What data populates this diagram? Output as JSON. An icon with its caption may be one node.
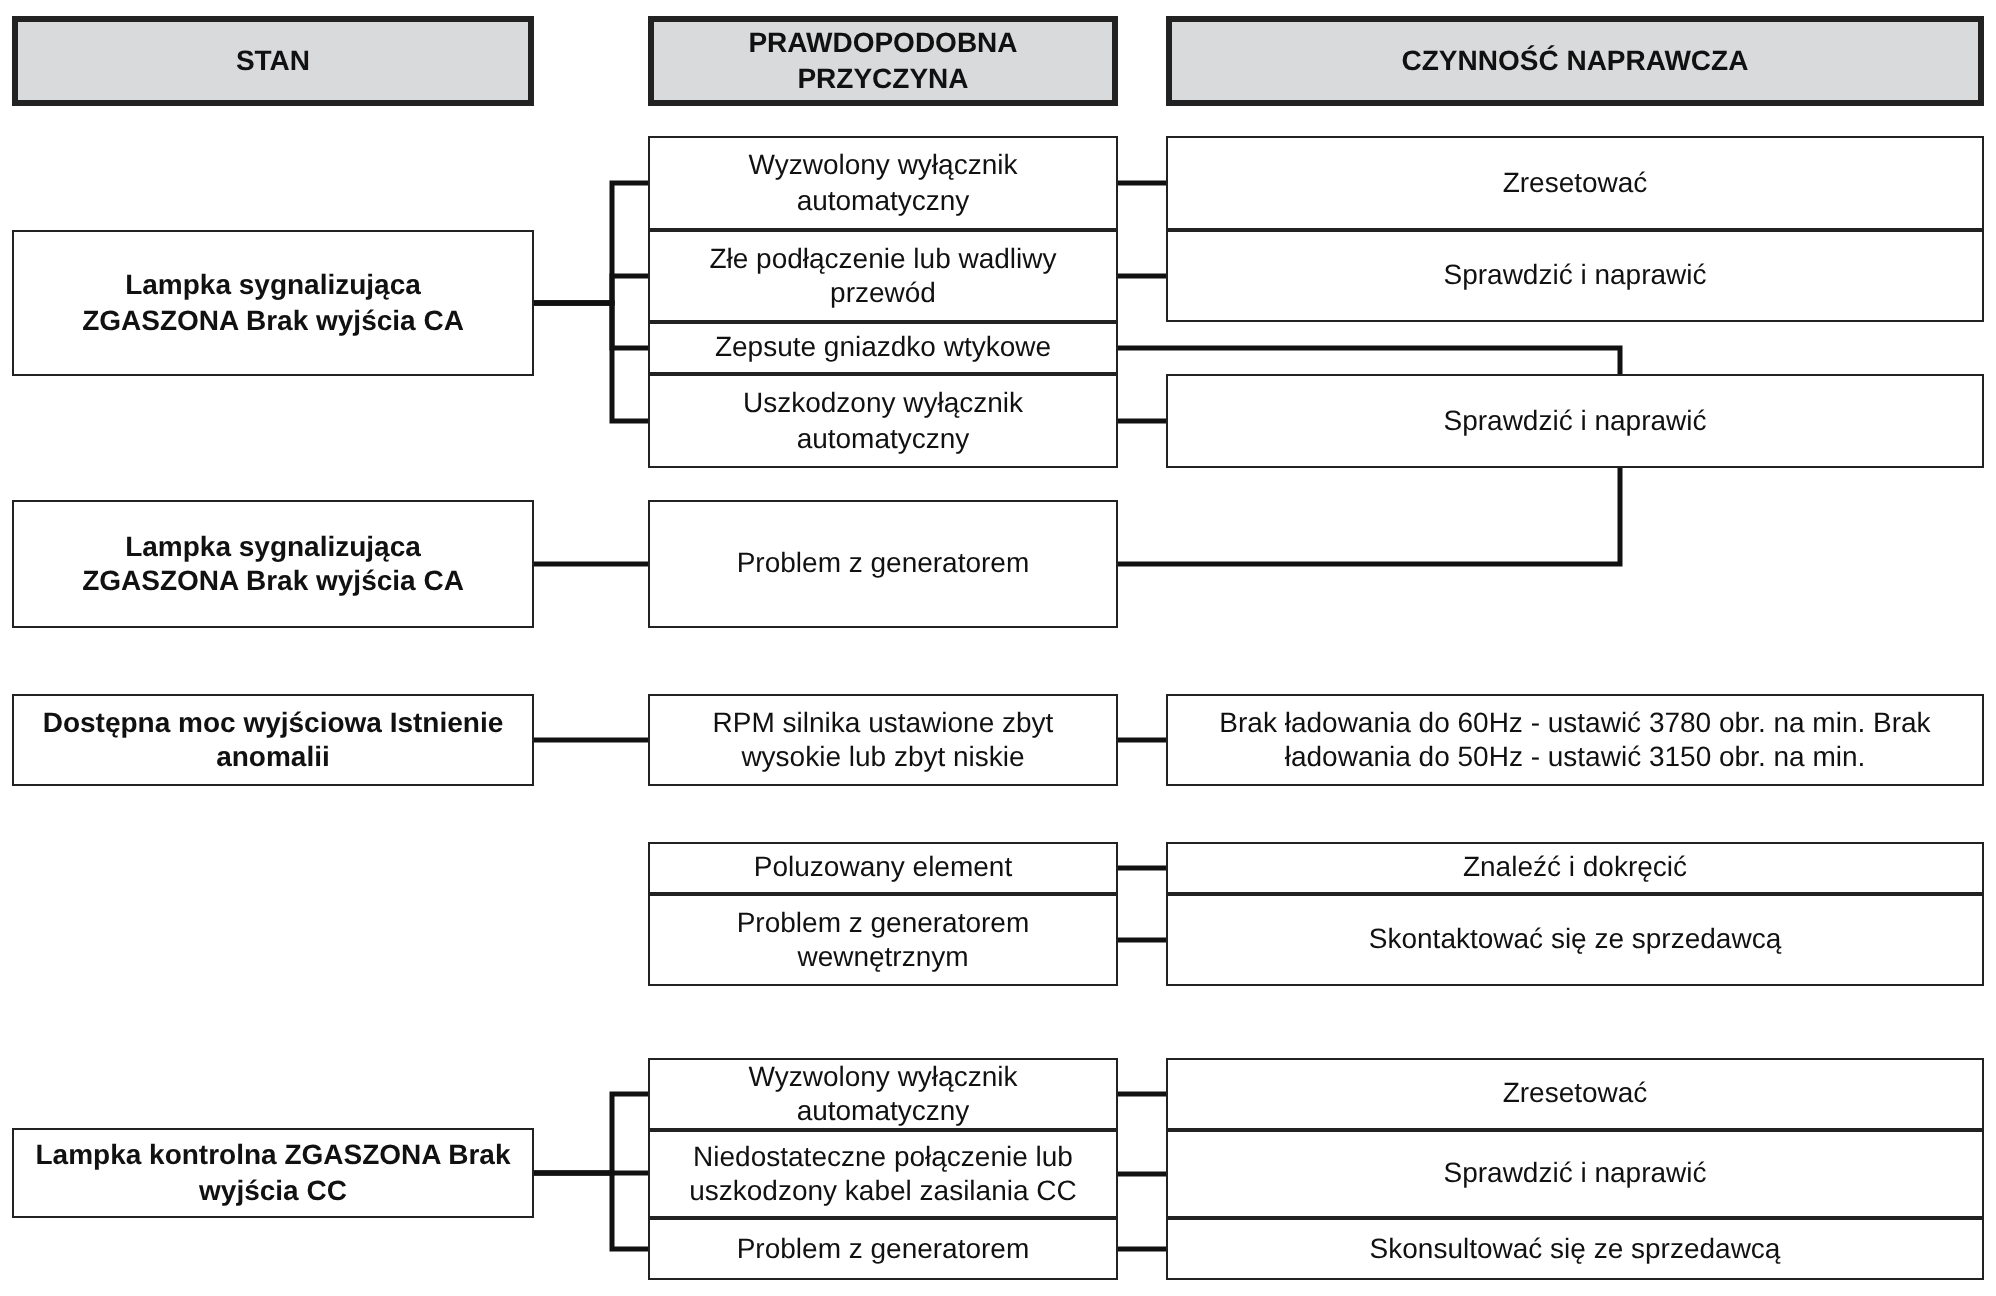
{
  "diagram": {
    "nodes": [
      {
        "text": [
          "STAN"
        ]
      },
      {
        "text": [
          "PRAWDOPODOBNA PRZYCZYNA"
        ]
      },
      {
        "text": [
          "CZYNNOŚĆ NAPRAWCZA"
        ]
      },
      {
        "text": [
          "Lampka sygnalizująca ZGASZONA Brak wyjścia CA"
        ]
      },
      {
        "text": [
          "Wyzwolony wyłącznik automatyczny"
        ]
      },
      {
        "text": [
          "Złe podłączenie lub wadliwy przewód"
        ]
      },
      {
        "text": [
          "Zepsute gniazdko wtykowe"
        ]
      },
      {
        "text": [
          "Uszkodzony wyłącznik automatyczny"
        ]
      },
      {
        "text": [
          "Zresetować"
        ]
      },
      {
        "text": [
          "Sprawdzić i naprawić"
        ]
      },
      {
        "text": [
          "Sprawdzić i naprawić"
        ]
      },
      {
        "text": [
          "Lampka sygnalizująca ZGASZONA Brak wyjścia CA"
        ]
      },
      {
        "text": [
          "Problem z generatorem"
        ]
      },
      {
        "text": [
          "Dostępna moc wyjściowa Istnienie anomalii"
        ]
      },
      {
        "text": [
          "RPM silnika ustawione zbyt wysokie lub zbyt niskie"
        ]
      },
      {
        "text": [
          "Brak ładowania do 60Hz - ustawić 3780 obr. na min. Brak ładowania do 50Hz - ustawić 3150 obr. na min."
        ]
      },
      {
        "text": [
          "Poluzowany element"
        ]
      },
      {
        "text": [
          "Problem z generatorem wewnętrznym"
        ]
      },
      {
        "text": [
          "Znaleźć i dokręcić"
        ]
      },
      {
        "text": [
          "Skontaktować się ze sprzedawcą"
        ]
      },
      {
        "text": [
          "Lampka kontrolna ZGASZONA Brak wyjścia CC"
        ]
      },
      {
        "text": [
          "Wyzwolony wyłącznik automatyczny"
        ]
      },
      {
        "text": [
          "Niedostateczne połączenie lub uszkodzony kabel zasilania CC"
        ]
      },
      {
        "text": [
          "Problem z generatorem"
        ]
      },
      {
        "text": [
          "Zresetować"
        ]
      },
      {
        "text": [
          "Sprawdzić i naprawić"
        ]
      },
      {
        "text": [
          "Skonsultować się ze sprzedawcą"
        ]
      }
    ],
    "edges": [
      {
        "from": 3,
        "to": 4,
        "arrow": "none"
      },
      {
        "from": 3,
        "to": 5,
        "arrow": "none"
      },
      {
        "from": 3,
        "to": 6,
        "arrow": "none"
      },
      {
        "from": 3,
        "to": 7,
        "arrow": "none"
      },
      {
        "from": 4,
        "to": 8,
        "arrow": "none"
      },
      {
        "from": 5,
        "to": 9,
        "arrow": "none"
      },
      {
        "from": 6,
        "to": 10,
        "arrow": "none"
      },
      {
        "from": 7,
        "to": 10,
        "arrow": "none"
      },
      {
        "from": 11,
        "to": 12,
        "arrow": "none"
      },
      {
        "from": 12,
        "to": 10,
        "arrow": "none"
      },
      {
        "from": 13,
        "to": 14,
        "arrow": "none"
      },
      {
        "from": 14,
        "to": 15,
        "arrow": "none"
      },
      {
        "from": 16,
        "to": 18,
        "arrow": "none"
      },
      {
        "from": 17,
        "to": 19,
        "arrow": "none"
      },
      {
        "from": 20,
        "to": 21,
        "arrow": "none"
      },
      {
        "from": 20,
        "to": 22,
        "arrow": "none"
      },
      {
        "from": 20,
        "to": 23,
        "arrow": "none"
      },
      {
        "from": 21,
        "to": 24,
        "arrow": "none"
      },
      {
        "from": 22,
        "to": 25,
        "arrow": "none"
      },
      {
        "from": 23,
        "to": 26,
        "arrow": "none"
      }
    ]
  }
}
